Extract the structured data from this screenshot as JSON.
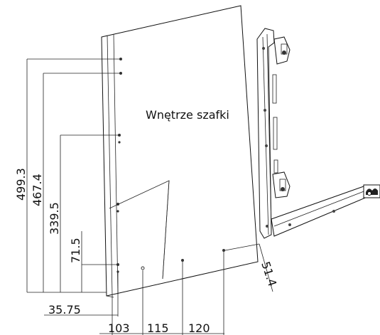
{
  "diagram": {
    "panel_label": "Wnętrze szafki",
    "vertical_dimensions": [
      "499.3",
      "467.4",
      "339.5",
      "71.5"
    ],
    "horizontal_dimensions": [
      "35.75",
      "103",
      "115",
      "120"
    ],
    "angled_dimension": "51.4"
  }
}
